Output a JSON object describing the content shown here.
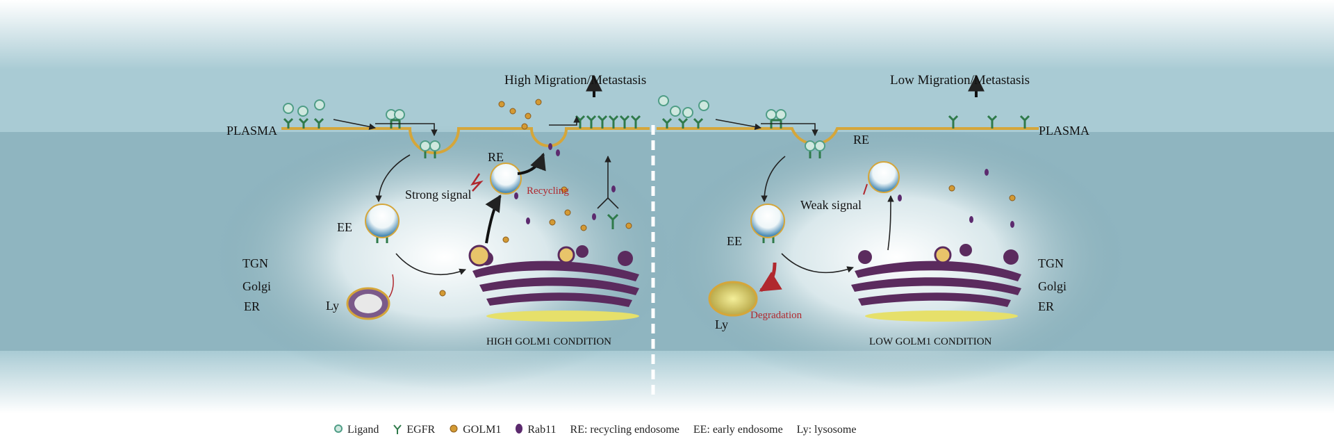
{
  "diagram": {
    "left": {
      "heading": "High Migration/Metastasis",
      "condition": "HIGH GOLM1 CONDITION",
      "plasma": "PLASMA",
      "re": "RE",
      "ee": "EE",
      "ly": "Ly",
      "signal": "Strong signal",
      "recycling": "Recycling",
      "tgn": "TGN",
      "golgi": "Golgi",
      "er": "ER"
    },
    "right": {
      "heading": "Low Migration/Metastasis",
      "condition": "LOW GOLM1 CONDITION",
      "plasma": "PLASMA",
      "re": "RE",
      "ee": "EE",
      "ly": "Ly",
      "signal": "Weak signal",
      "degradation": "Degradation",
      "tgn": "TGN",
      "golgi": "Golgi",
      "er": "ER"
    }
  },
  "legend": {
    "ligand": "Ligand",
    "egfr": "EGFR",
    "golm1": "GOLM1",
    "rab11": "Rab11",
    "re_def": "RE: recycling endosome",
    "ee_def": "EE: early endosome",
    "ly_def": "Ly: lysosome"
  },
  "colors": {
    "ligand": "#4f9d86",
    "egfr": "#2f7a4a",
    "golm1": "#d39a34",
    "rab11": "#5c2a6e",
    "membrane": "#d5a63a",
    "golgi": "#5b2b5e",
    "er": "#e6e06a",
    "arrow_red": "#b0282e"
  }
}
